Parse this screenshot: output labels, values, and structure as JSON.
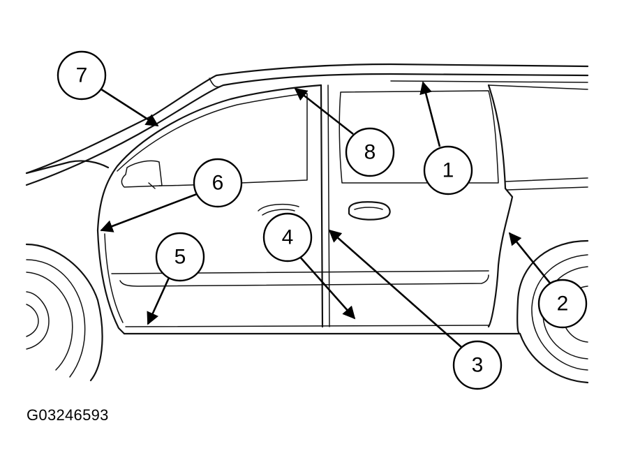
{
  "figure_id": "G03246593",
  "callouts": [
    {
      "label": "1"
    },
    {
      "label": "2"
    },
    {
      "label": "3"
    },
    {
      "label": "4"
    },
    {
      "label": "5"
    },
    {
      "label": "6"
    },
    {
      "label": "7"
    },
    {
      "label": "8"
    }
  ]
}
